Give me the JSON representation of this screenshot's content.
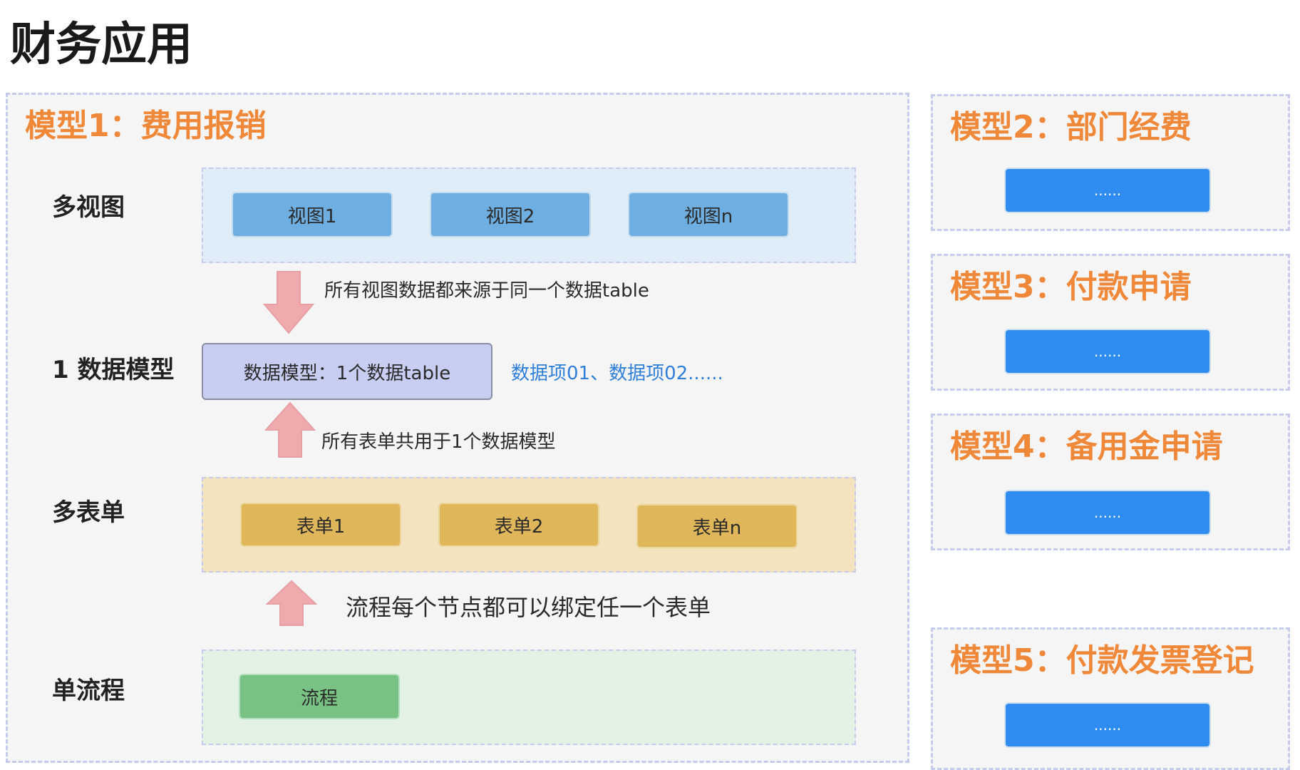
{
  "page": {
    "title": "财务应用"
  },
  "colors": {
    "accent_orange": "#f0883a",
    "views_band": "#dfedf9",
    "view_box": "#6eaee0",
    "forms_band": "#f3e3bf",
    "form_box": "#e0b65a",
    "flow_band": "#e3f2e4",
    "flow_box": "#78c383",
    "data_model_box": "#c8cdf2",
    "data_items_text": "#2f7fd8",
    "arrow_pink": "#f0a9ad",
    "side_button": "#2f8cf0",
    "panel_border": "#c6cbec"
  },
  "model1": {
    "title": "模型1：费用报销",
    "rows": {
      "views_label": "多视图",
      "data_model_label": "1 数据模型",
      "forms_label": "多表单",
      "flow_label": "单流程"
    },
    "views": [
      "视图1",
      "视图2",
      "视图n"
    ],
    "arrow_views_note": "所有视图数据都来源于同一个数据table",
    "data_model_box": "数据模型：1个数据table",
    "data_items": "数据项01、数据项02......",
    "arrow_forms_note": "所有表单共用于1个数据模型",
    "forms": [
      "表单1",
      "表单2",
      "表单n"
    ],
    "arrow_flow_note": "流程每个节点都可以绑定任一个表单",
    "flow": "流程"
  },
  "side_models": [
    {
      "title": "模型2：部门经费",
      "button": "......"
    },
    {
      "title": "模型3：付款申请",
      "button": "......"
    },
    {
      "title": "模型4：备用金申请",
      "button": "......"
    },
    {
      "title": "模型5：付款发票登记",
      "button": "......"
    }
  ]
}
